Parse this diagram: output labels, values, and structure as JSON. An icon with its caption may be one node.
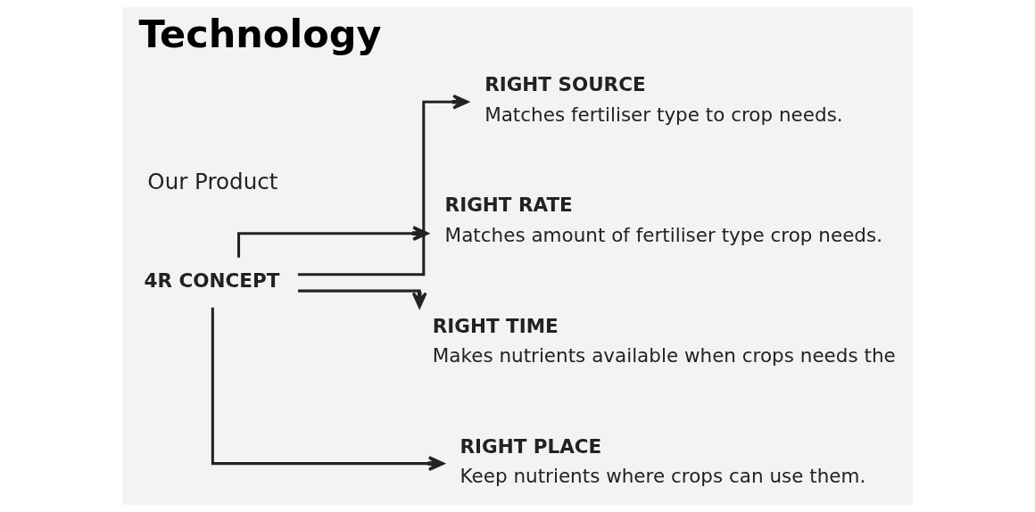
{
  "diagram": {
    "title": "Technology",
    "nodes": [
      {
        "text": [
          "4R CONCEPT"
        ]
      },
      {
        "text": [
          "RIGHT SOURCE",
          "Matches fertiliser type to crop needs."
        ]
      },
      {
        "text": [
          "RIGHT RATE",
          "Matches amount of fertiliser type crop needs."
        ]
      },
      {
        "text": [
          "RIGHT TIME",
          "Makes nutrients available when crops needs the"
        ]
      },
      {
        "text": [
          "RIGHT PLACE",
          "Keep nutrients where crops can use them."
        ]
      }
    ],
    "edges": [
      {
        "from": 0,
        "to": 1,
        "arrow": "to"
      },
      {
        "from": 0,
        "to": 2,
        "arrow": "to"
      },
      {
        "from": 0,
        "to": 3,
        "arrow": "to"
      },
      {
        "from": 0,
        "to": 4,
        "arrow": "to"
      }
    ],
    "labels": [
      "Our Product"
    ]
  }
}
